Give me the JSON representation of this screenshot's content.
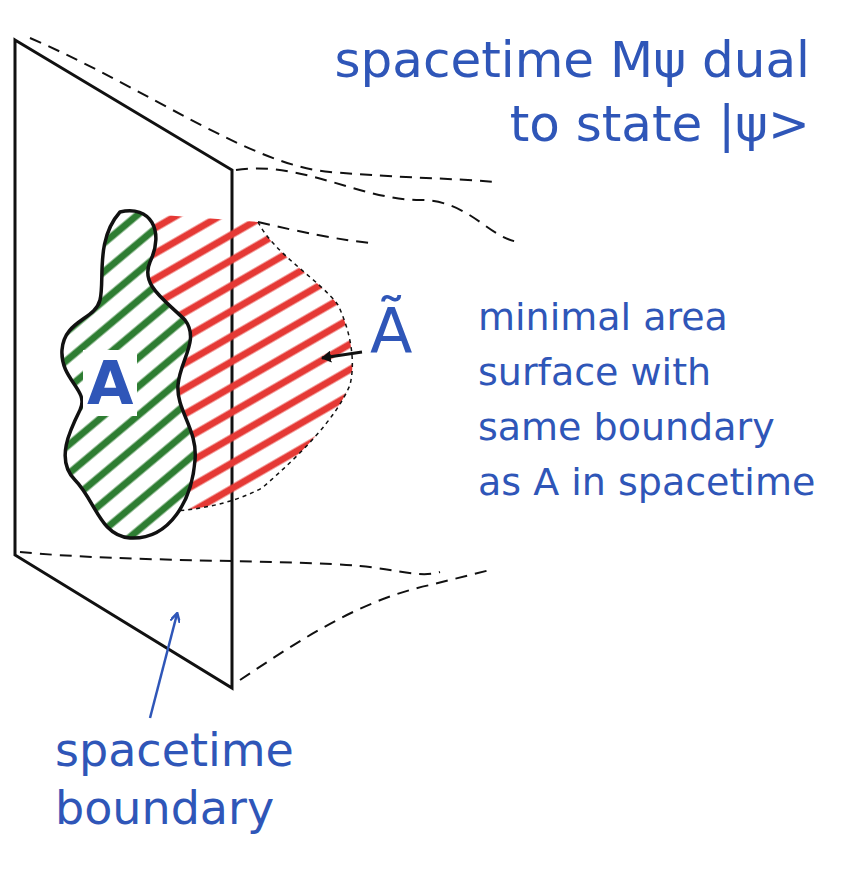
{
  "diagram": {
    "nodes": [
      {
        "text": [
          "A"
        ]
      }
    ],
    "labels": [
      "spacetime Mψ dual to state |ψ>",
      "Ã",
      "minimal area surface with same boundary as A in spacetime",
      "spacetime boundary"
    ]
  }
}
